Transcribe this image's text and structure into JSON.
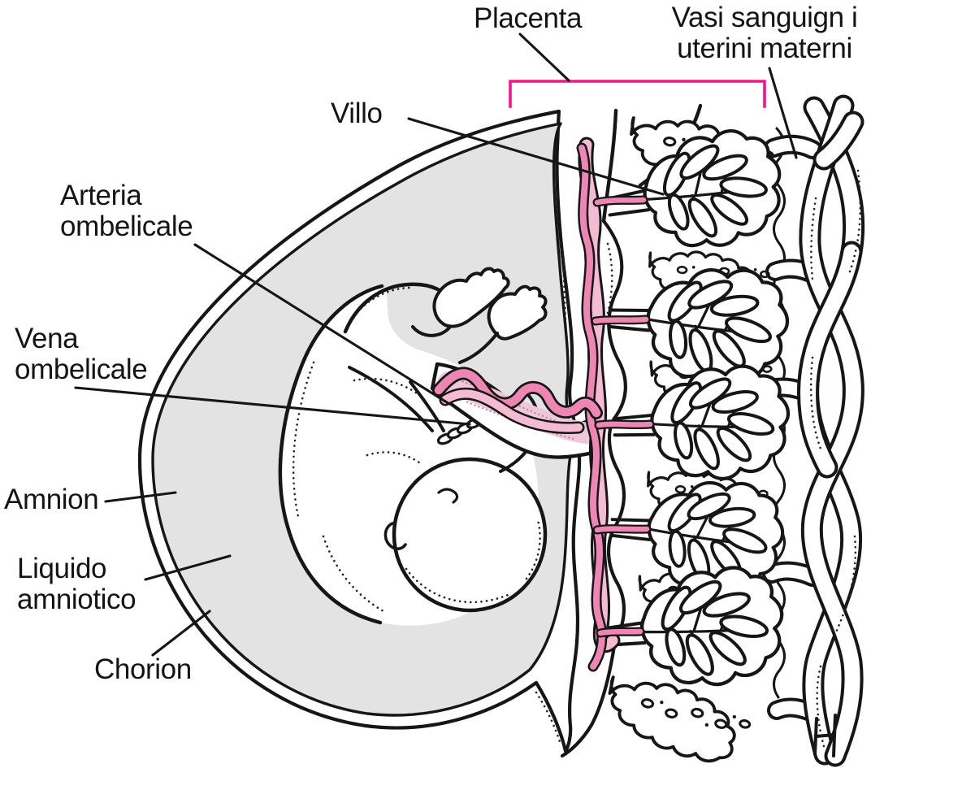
{
  "figure": {
    "type": "anatomical line diagram",
    "subject": "Fetus in utero with umbilical cord, placenta and maternal uterine vessels (Italian labels)",
    "labels": {
      "placenta": "Placenta",
      "vasi_line1": "Vasi sanguign i",
      "vasi_line2": "uterini materni",
      "villo": "Villo",
      "arteria_line1": "Arteria",
      "arteria_line2": "ombelicale",
      "vena_line1": "Vena",
      "vena_line2": "ombelicale",
      "amnion": "Amnion",
      "liquido_line1": "Liquido",
      "liquido_line2": "amniotico",
      "chorion": "Chorion"
    },
    "colors": {
      "ink": "#161616",
      "fluid": "#e3e3e3",
      "artery": "#ee86b4",
      "vein": "#f3bcd3",
      "cordfill": "#eec8d9",
      "bracket": "#f3158d",
      "paper": "#ffffff"
    }
  }
}
